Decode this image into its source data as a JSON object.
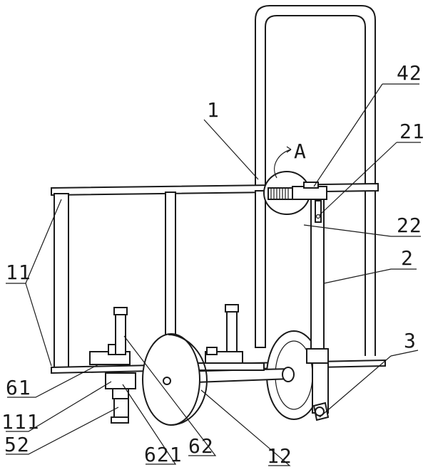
{
  "labels": {
    "l1": "1",
    "l42": "42",
    "l21": "21",
    "l22": "22",
    "l2": "2",
    "l11": "11",
    "l3": "3",
    "l61": "61",
    "l111": "111",
    "l52": "52",
    "l621": "621",
    "l62": "62",
    "l12": "12",
    "lA": "A"
  }
}
